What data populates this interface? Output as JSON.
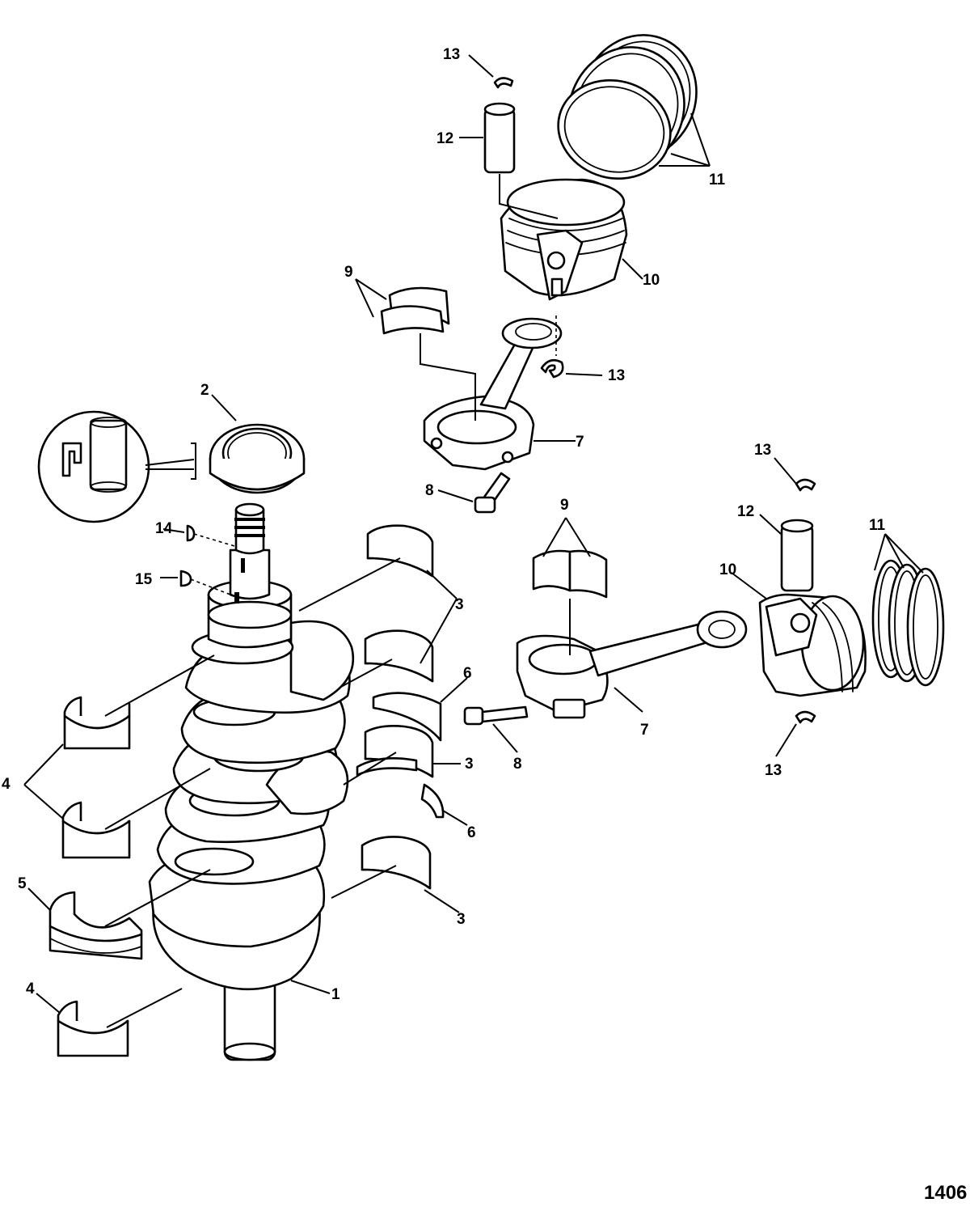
{
  "callouts": {
    "c1": "1",
    "c2": "2",
    "c3a": "3",
    "c3b": "3",
    "c3c": "3",
    "c4a": "4",
    "c4b": "4",
    "c5": "5",
    "c6a": "6",
    "c6b": "6",
    "c7a": "7",
    "c7b": "7",
    "c8a": "8",
    "c8b": "8",
    "c9a": "9",
    "c9b": "9",
    "c10a": "10",
    "c10b": "10",
    "c11a": "11",
    "c11b": "11",
    "c12a": "12",
    "c12b": "12",
    "c13a": "13",
    "c13b": "13",
    "c13c": "13",
    "c13d": "13",
    "c14": "14",
    "c15": "15"
  },
  "figure_number": "1406"
}
